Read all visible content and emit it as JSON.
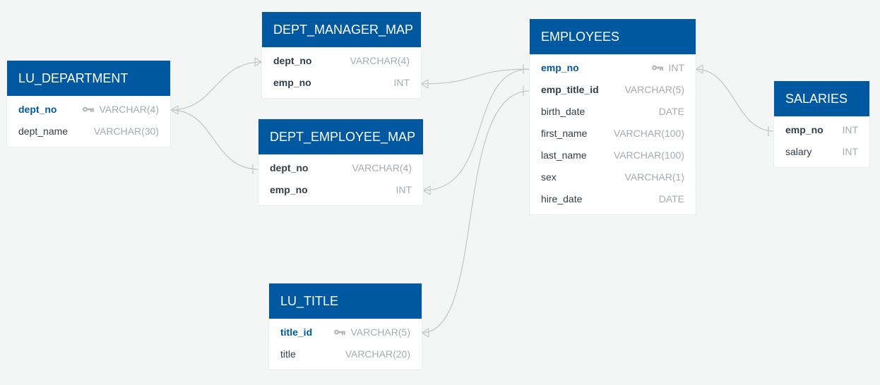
{
  "colors": {
    "header": "#0058a0",
    "pk_text": "#0058a0",
    "connector": "#c3c6c8",
    "background": "#f4f5f5"
  },
  "tables": {
    "lu_department": {
      "title": "LU_DEPARTMENT",
      "columns": [
        {
          "name": "dept_no",
          "type": "VARCHAR(4)",
          "pk": true
        },
        {
          "name": "dept_name",
          "type": "VARCHAR(30)"
        }
      ]
    },
    "dept_manager_map": {
      "title": "DEPT_MANAGER_MAP",
      "columns": [
        {
          "name": "dept_no",
          "type": "VARCHAR(4)"
        },
        {
          "name": "emp_no",
          "type": "INT"
        }
      ]
    },
    "dept_employee_map": {
      "title": "DEPT_EMPLOYEE_MAP",
      "columns": [
        {
          "name": "dept_no",
          "type": "VARCHAR(4)"
        },
        {
          "name": "emp_no",
          "type": "INT"
        }
      ]
    },
    "employees": {
      "title": "EMPLOYEES",
      "columns": [
        {
          "name": "emp_no",
          "type": "INT",
          "pk": true
        },
        {
          "name": "emp_title_id",
          "type": "VARCHAR(5)"
        },
        {
          "name": "birth_date",
          "type": "DATE"
        },
        {
          "name": "first_name",
          "type": "VARCHAR(100)"
        },
        {
          "name": "last_name",
          "type": "VARCHAR(100)"
        },
        {
          "name": "sex",
          "type": "VARCHAR(1)"
        },
        {
          "name": "hire_date",
          "type": "DATE"
        }
      ]
    },
    "salaries": {
      "title": "SALARIES",
      "columns": [
        {
          "name": "emp_no",
          "type": "INT"
        },
        {
          "name": "salary",
          "type": "INT"
        }
      ]
    },
    "lu_title": {
      "title": "LU_TITLE",
      "columns": [
        {
          "name": "title_id",
          "type": "VARCHAR(5)",
          "pk": true
        },
        {
          "name": "title",
          "type": "VARCHAR(20)"
        }
      ]
    }
  }
}
